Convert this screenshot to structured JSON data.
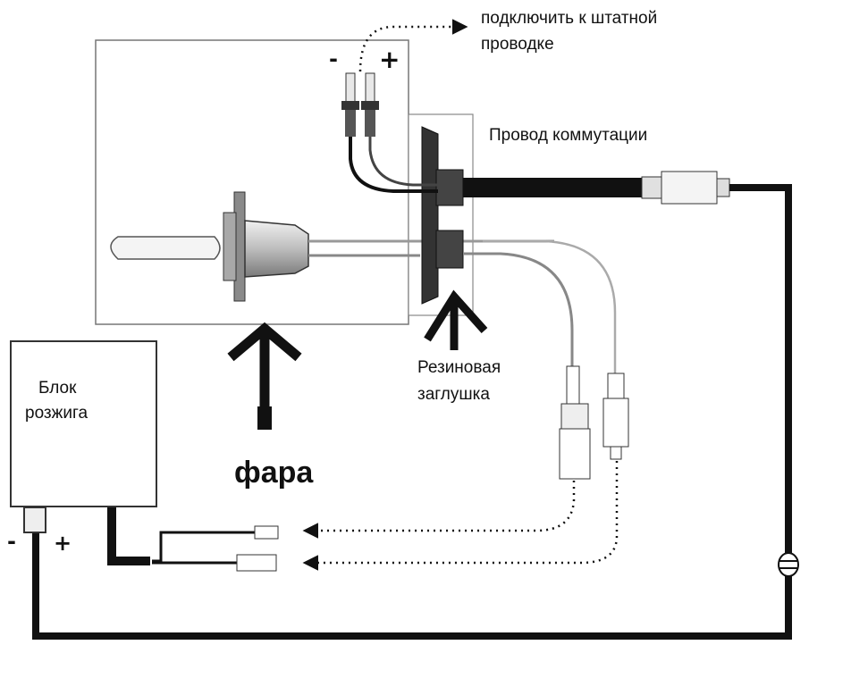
{
  "labels": {
    "connect_top_line1": "подключить к штатной",
    "connect_top_line2": "проводке",
    "switching_wire": "Провод коммутации",
    "rubber_plug_line1": "Резиновая",
    "rubber_plug_line2": "заглушка",
    "ignition_unit_line1": "Блок",
    "ignition_unit_line2": "розжига",
    "headlight": "фара"
  },
  "polarity": {
    "top_minus": "-",
    "top_plus": "+",
    "unit_minus": "-",
    "unit_plus": "+"
  },
  "colors": {
    "wire_black": "#111111",
    "outline": "#555555",
    "component_fill": "#d8d8d8",
    "background": "#ffffff"
  }
}
